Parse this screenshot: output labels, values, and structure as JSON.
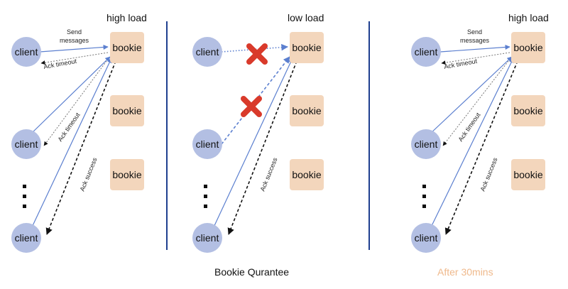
{
  "colors": {
    "client_fill": "#b3bfe3",
    "bookie_fill": "#f3d6bc",
    "arrow_blue": "#5b7fcf",
    "arrow_dark": "#111111",
    "cross_red": "#d93a2b",
    "divider": "#1f3f8f",
    "caption_orange": "#efb98c"
  },
  "labels": {
    "client": "client",
    "bookie": "bookie",
    "send_messages_line1": "Send",
    "send_messages_line2": "messages",
    "ack_timeout": "Ack timeout",
    "ack_success": "Ack success",
    "ellipsis": "⋮"
  },
  "panels": [
    {
      "load_label": "high load",
      "caption": ""
    },
    {
      "load_label": "low load",
      "caption": "Bookie Qurantee"
    },
    {
      "load_label": "high load",
      "caption": "After 30mins"
    }
  ]
}
